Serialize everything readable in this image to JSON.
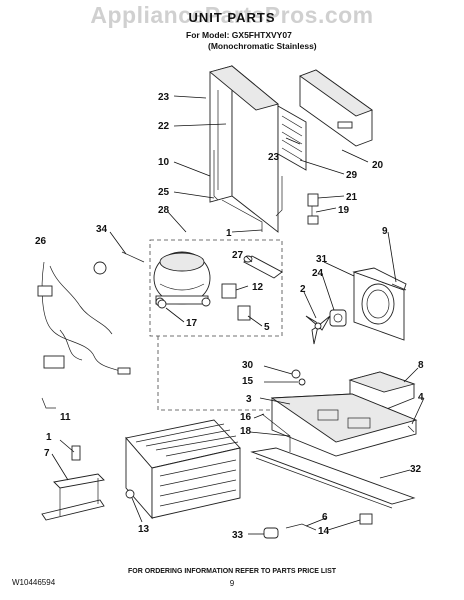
{
  "watermark": "AppliancePartsPros.com",
  "title": "UNIT PARTS",
  "model_line": "For Model: GX5FHTXVY07",
  "model_variant": "(Monochromatic Stainless)",
  "footer": {
    "doc_number": "W10446594",
    "ordering_note": "FOR ORDERING INFORMATION REFER TO PARTS PRICE LIST",
    "page": "9"
  },
  "callouts": {
    "c1a": "1",
    "c1b": "1",
    "c2": "2",
    "c3": "3",
    "c4": "4",
    "c5": "5",
    "c6": "6",
    "c7": "7",
    "c8": "8",
    "c9": "9",
    "c10": "10",
    "c11": "11",
    "c12": "12",
    "c13": "13",
    "c14": "14",
    "c15": "15",
    "c16": "16",
    "c17": "17",
    "c18": "18",
    "c19": "19",
    "c20": "20",
    "c21": "21",
    "c22": "22",
    "c23a": "23",
    "c23b": "23",
    "c24": "24",
    "c25": "25",
    "c26": "26",
    "c27": "27",
    "c28": "28",
    "c29": "29",
    "c30": "30",
    "c31": "31",
    "c32": "32",
    "c33": "33",
    "c34": "34"
  }
}
